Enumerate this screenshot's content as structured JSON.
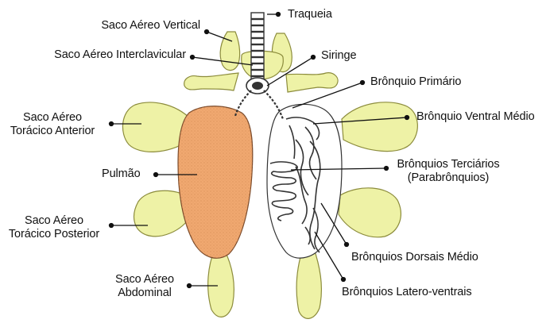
{
  "labels": {
    "traqueia": "Traqueia",
    "saco_vertical": "Saco Aéreo Vertical",
    "saco_interclavicular": "Saco Aéreo Interclavicular",
    "siringe": "Siringe",
    "bronquio_primario": "Brônquio Primário",
    "saco_toracico_anterior": [
      "Saco Aéreo",
      "Torácico Anterior"
    ],
    "bronquio_ventral_medio": "Brônquio Ventral Médio",
    "bronquios_terciarios": [
      "Brônquios Terciários",
      "(Parabrônquios)"
    ],
    "pulmao": "Pulmão",
    "saco_toracico_posterior": [
      "Saco Aéreo",
      "Torácico Posterior"
    ],
    "bronquios_dorsais_medio": "Brônquios Dorsais Médio",
    "saco_abdominal": [
      "Saco Aéreo",
      "Abdominal"
    ],
    "bronquios_latero_ventrais": "Brônquios Latero-ventrais"
  },
  "colors": {
    "air_sac": "#eef2a6",
    "air_sac_stroke": "#8c8c3c",
    "lung": "#f0a870",
    "lung_stroke": "#7a4a2a",
    "airway": "#333333",
    "leader": "#111111"
  }
}
